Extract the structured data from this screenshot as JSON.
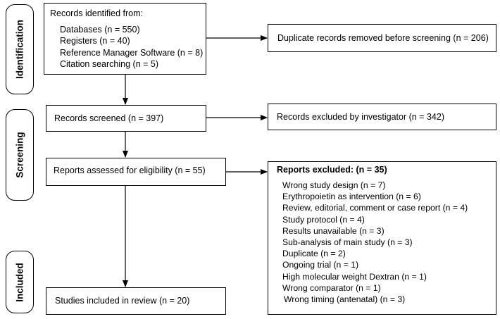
{
  "phases": {
    "identification": "Identification",
    "screening": "Screening",
    "included": "Included"
  },
  "identified": {
    "title": "Records identified from:",
    "items": [
      "Databases (n = 550)",
      "Registers (n = 40)",
      "Reference Manager Software (n = 8)",
      "Citation searching (n = 5)"
    ]
  },
  "duplicates": "Duplicate records removed before screening (n = 206)",
  "screened": "Records screened (n = 397)",
  "excluded_investigator": "Records excluded by investigator (n = 342)",
  "assessed": "Reports assessed for eligibility (n = 55)",
  "reports_excluded": {
    "title": "Reports excluded: (n = 35)",
    "items": [
      "Wrong study design (n = 7)",
      "Erythropoietin as intervention (n = 6)",
      "Review, editorial, comment or case report (n = 4)",
      "Study protocol (n = 4)",
      "Results unavailable (n = 3)",
      "Sub-analysis of main study (n = 3)",
      "Duplicate (n = 2)",
      "Ongoing trial (n = 1)",
      "High molecular weight Dextran (n = 1)",
      "Wrong comparator (n = 1)",
      "Wrong timing (antenatal) (n = 3)"
    ]
  }
}
